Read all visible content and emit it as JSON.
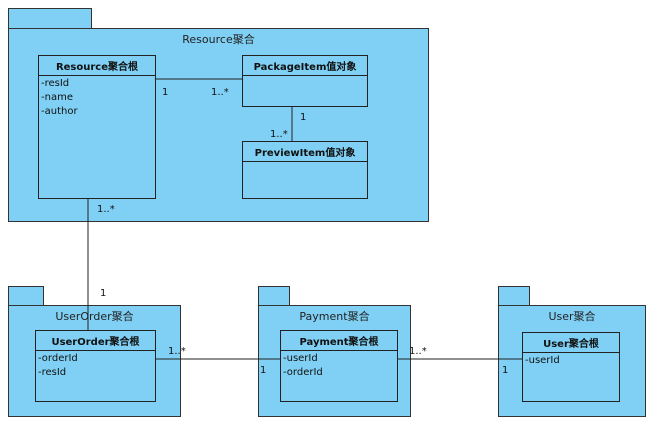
{
  "packages": {
    "resource": {
      "title": "Resource聚合"
    },
    "userorder": {
      "title": "UserOrder聚合"
    },
    "payment": {
      "title": "Payment聚合"
    },
    "user": {
      "title": "User聚合"
    }
  },
  "classes": {
    "resource": {
      "name": "Resource聚合根",
      "attrs": [
        "-resId",
        "-name",
        "-author"
      ]
    },
    "packageitem": {
      "name": "PackageItem值对象",
      "attrs": []
    },
    "previewitem": {
      "name": "PreviewItem值对象",
      "attrs": []
    },
    "userorder": {
      "name": "UserOrder聚合根",
      "attrs": [
        "-orderId",
        "-resId"
      ]
    },
    "payment": {
      "name": "Payment聚合根",
      "attrs": [
        "-userId",
        "-orderId"
      ]
    },
    "user": {
      "name": "User聚合根",
      "attrs": [
        "-userId"
      ]
    }
  },
  "multiplicities": {
    "res_pkg_src": "1",
    "res_pkg_dst": "1..*",
    "pkg_prev_src": "1",
    "pkg_prev_dst": "1..*",
    "res_order_res": "1..*",
    "res_order_order": "1",
    "order_pay_order": "1..*",
    "order_pay_pay": "1",
    "pay_user_pay": "1..*",
    "pay_user_user": "1"
  },
  "colors": {
    "package_fill": "#7fd0f4",
    "border": "#333333"
  }
}
